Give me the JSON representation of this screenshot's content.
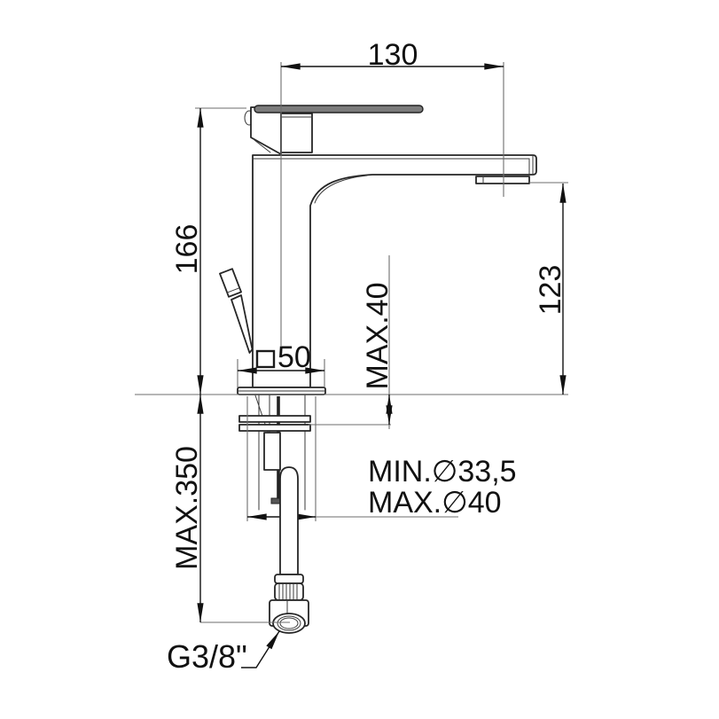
{
  "drawing": {
    "labels": {
      "reach": "130",
      "total_height": "166",
      "spout_height": "123",
      "max_deck_thickness": "MAX.40",
      "base_square": "50",
      "max_below_deck": "MAX.350",
      "min_hole": "MIN.∅33,5",
      "max_hole": "MAX.∅40",
      "thread": "G3/8\""
    },
    "colors": {
      "outline": "#262626",
      "dimension_line": "#111111",
      "reference_line": "#6e6e6e",
      "lever_fill": "#7b7b7b",
      "background": "#ffffff"
    }
  }
}
